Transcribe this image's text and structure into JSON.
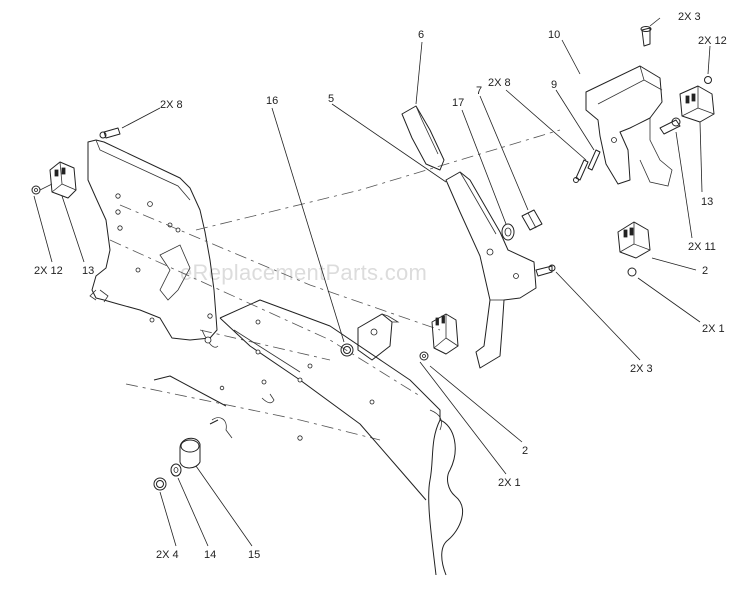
{
  "watermark": "eReplacementParts.com",
  "callouts": [
    {
      "id": "c-2x3-top",
      "text": "2X 3"
    },
    {
      "id": "c-2x12-right",
      "text": "2X 12"
    },
    {
      "id": "c-10",
      "text": "10"
    },
    {
      "id": "c-9",
      "text": "9"
    },
    {
      "id": "c-6",
      "text": "6"
    },
    {
      "id": "c-2x8-right",
      "text": "2X 8"
    },
    {
      "id": "c-7",
      "text": "7"
    },
    {
      "id": "c-17",
      "text": "17"
    },
    {
      "id": "c-5",
      "text": "5"
    },
    {
      "id": "c-16",
      "text": "16"
    },
    {
      "id": "c-2x8-left",
      "text": "2X 8"
    },
    {
      "id": "c-13-right",
      "text": "13"
    },
    {
      "id": "c-2x11",
      "text": "2X 11"
    },
    {
      "id": "c-2-right",
      "text": "2"
    },
    {
      "id": "c-2x1-right",
      "text": "2X 1"
    },
    {
      "id": "c-2x3-mid",
      "text": "2X 3"
    },
    {
      "id": "c-2x12-left",
      "text": "2X 12"
    },
    {
      "id": "c-13-left",
      "text": "13"
    },
    {
      "id": "c-2-mid",
      "text": "2"
    },
    {
      "id": "c-2x1-mid",
      "text": "2X 1"
    },
    {
      "id": "c-2x4",
      "text": "2X 4"
    },
    {
      "id": "c-14",
      "text": "14"
    },
    {
      "id": "c-15",
      "text": "15"
    }
  ]
}
